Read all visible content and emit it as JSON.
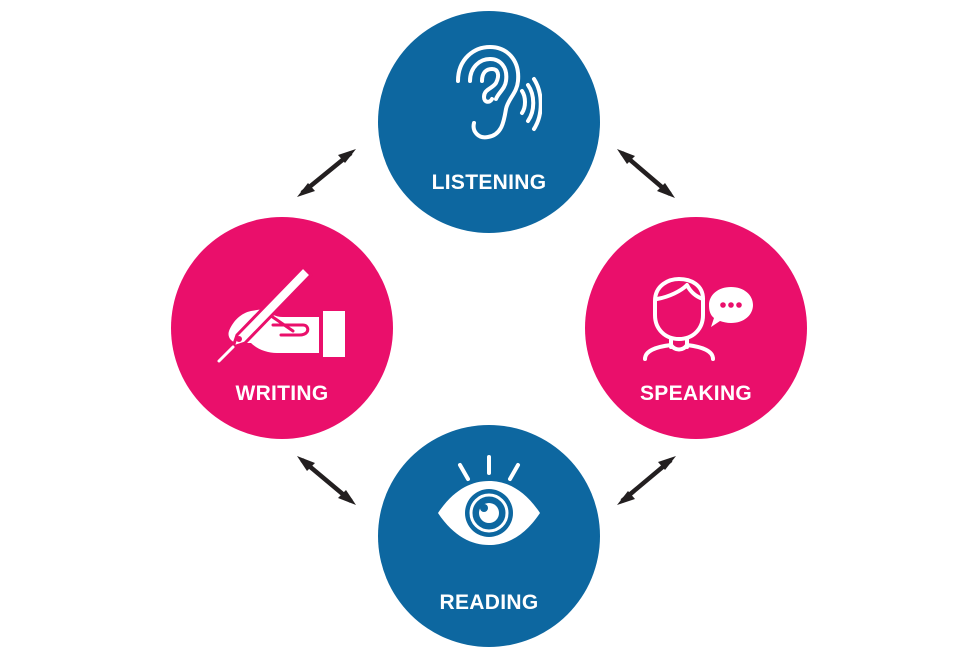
{
  "diagram": {
    "nodes": [
      {
        "id": "listening",
        "label": "LISTENING",
        "color": "#0d67a0",
        "icon": "ear-icon"
      },
      {
        "id": "speaking",
        "label": "SPEAKING",
        "color": "#ea0f6b",
        "icon": "speaker-head-icon"
      },
      {
        "id": "reading",
        "label": "READING",
        "color": "#0d67a0",
        "icon": "eye-icon"
      },
      {
        "id": "writing",
        "label": "WRITING",
        "color": "#ea0f6b",
        "icon": "writing-hand-icon"
      }
    ],
    "connections": [
      {
        "from": "listening",
        "to": "speaking",
        "style": "bidirectional-arrow"
      },
      {
        "from": "speaking",
        "to": "reading",
        "style": "bidirectional-arrow"
      },
      {
        "from": "reading",
        "to": "writing",
        "style": "bidirectional-arrow"
      },
      {
        "from": "writing",
        "to": "listening",
        "style": "bidirectional-arrow"
      }
    ],
    "arrow_color": "#231f20",
    "background": "#ffffff"
  }
}
